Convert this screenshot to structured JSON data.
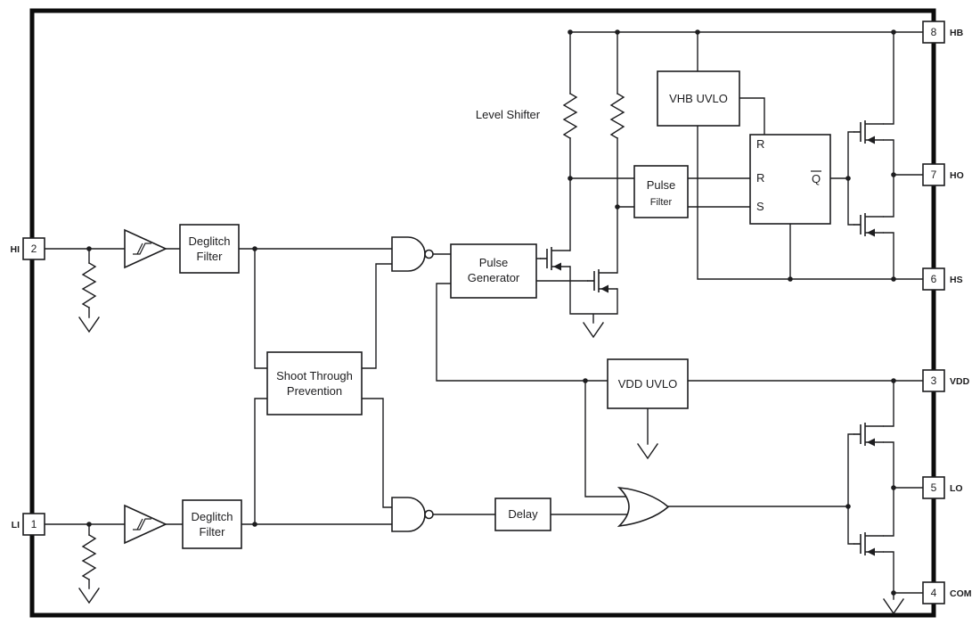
{
  "diagram": {
    "labels": {
      "level_shifter": "Level Shifter"
    },
    "blocks": {
      "deglitch_hi": {
        "line1": "Deglitch",
        "line2": "Filter"
      },
      "deglitch_li": {
        "line1": "Deglitch",
        "line2": "Filter"
      },
      "shoot_through": {
        "line1": "Shoot Through",
        "line2": "Prevention"
      },
      "pulse_generator": {
        "line1": "Pulse",
        "line2": "Generator"
      },
      "pulse_filter": {
        "line1": "Pulse",
        "line2": "Filter"
      },
      "vhb_uvlo": "VHB UVLO",
      "vdd_uvlo": "VDD UVLO",
      "delay": "Delay",
      "latch": {
        "input_top": "R",
        "input_mid": "R",
        "input_bottom": "S",
        "output": "Q"
      }
    },
    "pins": {
      "hi": {
        "number": "2",
        "label": "HI"
      },
      "li": {
        "number": "1",
        "label": "LI"
      },
      "hb": {
        "number": "8",
        "label": "HB"
      },
      "ho": {
        "number": "7",
        "label": "HO"
      },
      "hs": {
        "number": "6",
        "label": "HS"
      },
      "vdd": {
        "number": "3",
        "label": "VDD"
      },
      "lo": {
        "number": "5",
        "label": "LO"
      },
      "com": {
        "number": "4",
        "label": "COM"
      }
    },
    "colors": {
      "line": "#1d1d1f",
      "background": "#ffffff"
    }
  }
}
